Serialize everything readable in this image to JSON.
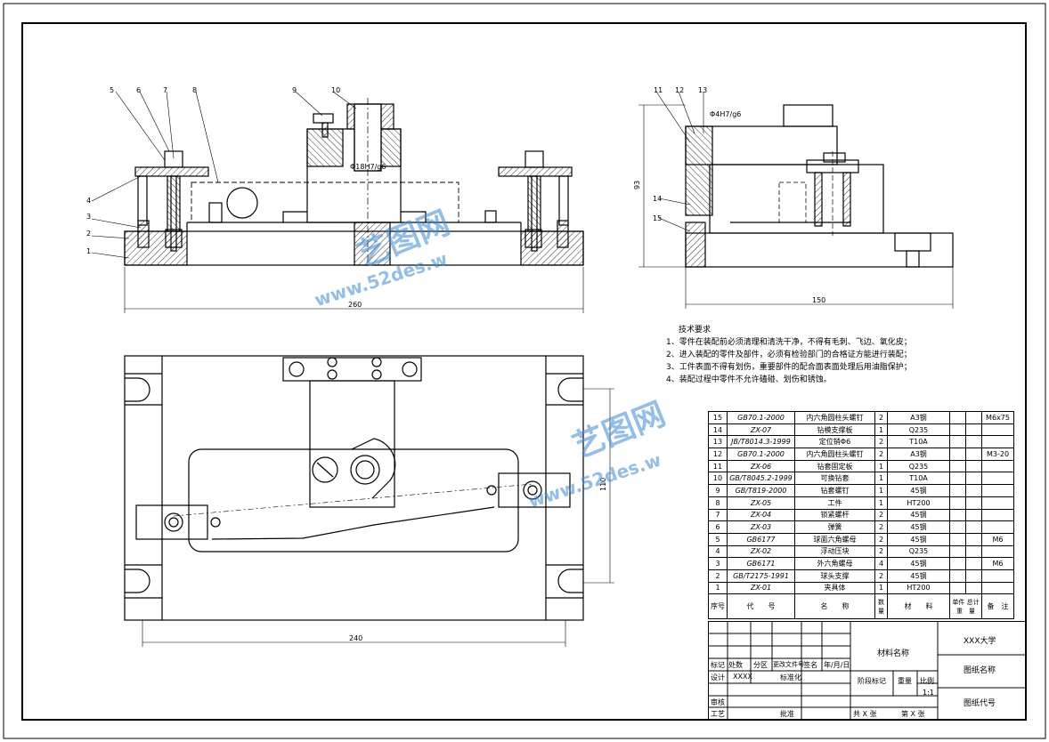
{
  "dimensions": {
    "front_width": "260",
    "side_width": "150",
    "side_height": "93",
    "top_width": "240",
    "top_height": "110",
    "fit_center": "Φ18H7/g6",
    "fit_side": "Φ4H7/g6"
  },
  "balloons": {
    "front_top": [
      "5",
      "6",
      "7",
      "8",
      "9",
      "10"
    ],
    "front_left": [
      "4",
      "3",
      "2",
      "1"
    ],
    "side_top": [
      "11",
      "12",
      "13"
    ],
    "side_left": [
      "14",
      "15"
    ]
  },
  "technical_requirements": {
    "title": "技术要求",
    "items": [
      "1、零件在装配前必须清理和清洗干净，不得有毛刺、飞边、氧化皮；",
      "2、进入装配的零件及部件，必须有检验部门的合格证方能进行装配；",
      "3、工件表面不得有划伤，重要部件的配合面表面处理后用油脂保护；",
      "4、装配过程中零件不允许磕碰、划伤和锈蚀。"
    ]
  },
  "bom": {
    "rows": [
      {
        "no": "15",
        "code": "GB70.1-2000",
        "name": "内六角圆柱头螺钉",
        "qty": "2",
        "mat": "A3钢",
        "note": "M6x75"
      },
      {
        "no": "14",
        "code": "ZX-07",
        "name": "钻模支撑板",
        "qty": "1",
        "mat": "Q235",
        "note": ""
      },
      {
        "no": "13",
        "code": "JB/T8014.3-1999",
        "name": "定位销Φ6",
        "qty": "2",
        "mat": "T10A",
        "note": ""
      },
      {
        "no": "12",
        "code": "GB70.1-2000",
        "name": "内六角圆柱头螺钉",
        "qty": "2",
        "mat": "A3钢",
        "note": "M3-20"
      },
      {
        "no": "11",
        "code": "ZX-06",
        "name": "钻套固定板",
        "qty": "1",
        "mat": "Q235",
        "note": ""
      },
      {
        "no": "10",
        "code": "GB/T8045.2-1999",
        "name": "可换钻套",
        "qty": "1",
        "mat": "T10A",
        "note": ""
      },
      {
        "no": "9",
        "code": "GB/T819-2000",
        "name": "钻套螺钉",
        "qty": "1",
        "mat": "45钢",
        "note": ""
      },
      {
        "no": "8",
        "code": "ZX-05",
        "name": "工件",
        "qty": "1",
        "mat": "HT200",
        "note": ""
      },
      {
        "no": "7",
        "code": "ZX-04",
        "name": "锁紧螺杆",
        "qty": "2",
        "mat": "45钢",
        "note": ""
      },
      {
        "no": "6",
        "code": "ZX-03",
        "name": "弹簧",
        "qty": "2",
        "mat": "45钢",
        "note": ""
      },
      {
        "no": "5",
        "code": "GB6177",
        "name": "球面六角螺母",
        "qty": "2",
        "mat": "45钢",
        "note": "M6"
      },
      {
        "no": "4",
        "code": "ZX-02",
        "name": "浮动压块",
        "qty": "2",
        "mat": "Q235",
        "note": ""
      },
      {
        "no": "3",
        "code": "GB6171",
        "name": "外六角螺母",
        "qty": "4",
        "mat": "45钢",
        "note": "M6"
      },
      {
        "no": "2",
        "code": "GB/T2175-1991",
        "name": "球头支撑",
        "qty": "2",
        "mat": "45钢",
        "note": ""
      },
      {
        "no": "1",
        "code": "ZX-01",
        "name": "夹具体",
        "qty": "1",
        "mat": "HT200",
        "note": ""
      }
    ],
    "header": {
      "no": "序号",
      "code": "代　　号",
      "name": "名　　称",
      "qty": "数量",
      "mat": "材　　料",
      "unit": "单件",
      "total": "总计",
      "weight": "重　量",
      "note": "备　注"
    }
  },
  "title_block": {
    "material": "材料名称",
    "school": "XXX大学",
    "drawing_name": "图纸名称",
    "drawing_code": "图纸代号",
    "mark": "标记",
    "count": "处数",
    "zone": "分区",
    "change_no": "更改文件号",
    "sign": "签名",
    "date": "年/月/日",
    "design": "设计",
    "design_name": "XXXX",
    "standard": "标准化",
    "stage": "阶段标记",
    "weight": "重量",
    "scale": "比例",
    "scale_value": "1:1",
    "review": "审核",
    "process": "工艺",
    "approve": "批准",
    "sheets": "共  X  张",
    "sheet_no": "第  X  张"
  },
  "watermark": {
    "brand": "艺图网",
    "url": "www.52des.w"
  },
  "colors": {
    "line": "#000000",
    "hatch": "#000000",
    "watermark": "#3a8ad8"
  }
}
